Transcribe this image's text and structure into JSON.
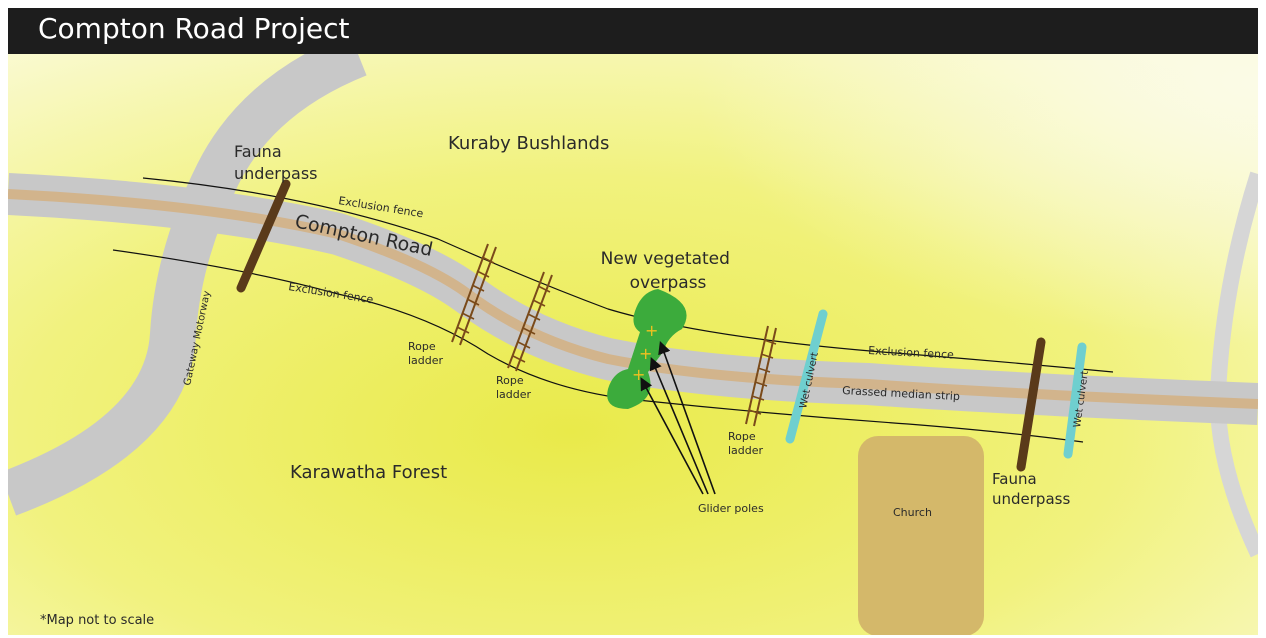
{
  "title": "Compton Road Project",
  "map": {
    "areas": {
      "north": "Kuraby Bushlands",
      "south": "Karawatha Forest"
    },
    "roads": {
      "main": "Compton Road",
      "motorway": "Gateway Motorway",
      "median": "Grassed median strip"
    },
    "features": {
      "fauna_underpass": [
        "Fauna",
        "underpass"
      ],
      "overpass": [
        "New vegetated",
        "overpass"
      ],
      "rope_ladder": [
        "Rope",
        "ladder"
      ],
      "wet_culvert": "Wet culvert",
      "exclusion_fence": "Exclusion fence",
      "glider_poles": "Glider poles",
      "church": "Church"
    },
    "note": "*Map not to scale"
  },
  "colors": {
    "background_yellow": "#eef07a",
    "road_gray": "#c8c8c8",
    "median_tan": "#d2b48c",
    "underpass_brown": "#5a3a1a",
    "culvert_cyan": "#6fcfcf",
    "overpass_green": "#3cab3c",
    "church_tan": "#d4b86a",
    "header_black": "#1d1d1d"
  }
}
